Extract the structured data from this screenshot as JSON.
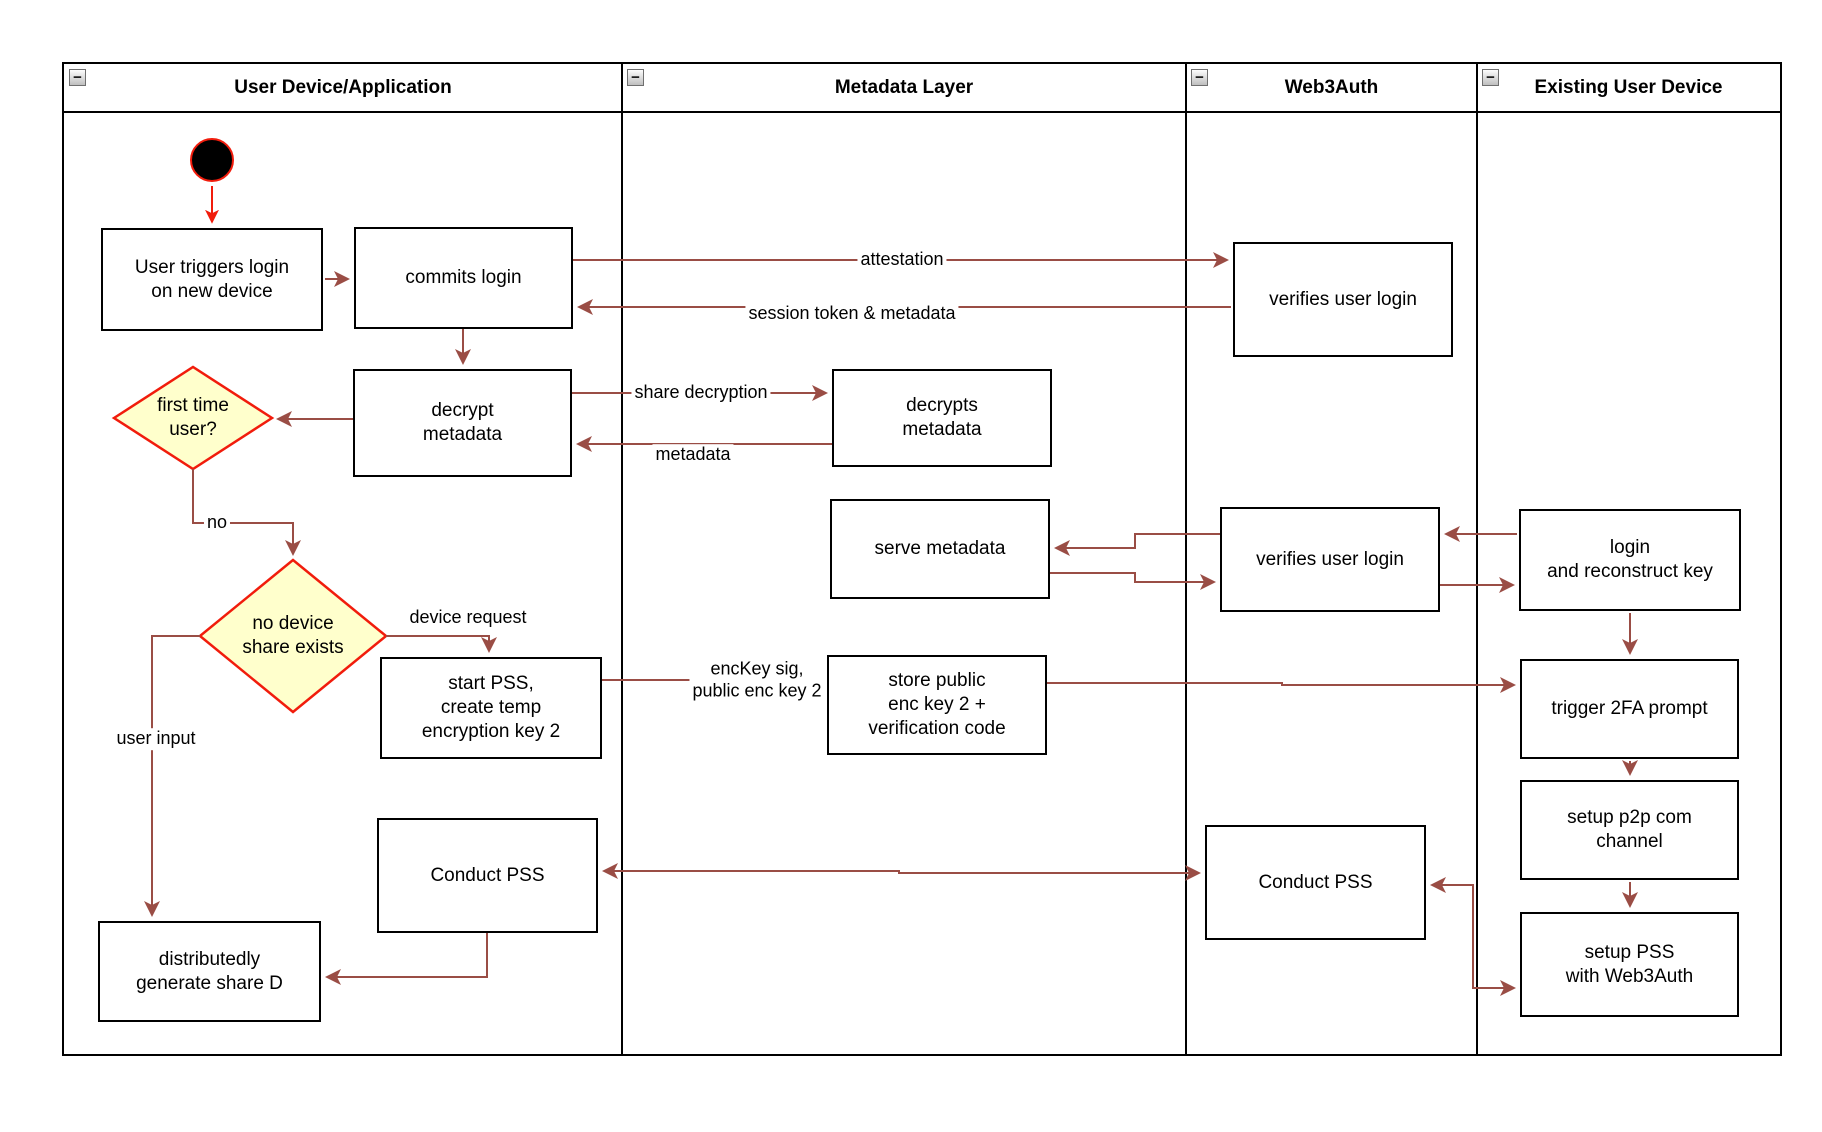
{
  "lanes": [
    {
      "label": "User Device/Application"
    },
    {
      "label": "Metadata Layer"
    },
    {
      "label": "Web3Auth"
    },
    {
      "label": "Existing User Device"
    }
  ],
  "collapse_glyph": "−",
  "nodes": {
    "user_triggers_login": "User triggers login\non new device",
    "commits_login": "commits login",
    "decrypt_metadata": "decrypt\nmetadata",
    "first_time_user": "first time\nuser?",
    "no_device_share": "no device\nshare exists",
    "start_pss": "start PSS,\ncreate temp\nencryption key 2",
    "conduct_pss_user": "Conduct PSS",
    "distributedly_generate": "distributedly\ngenerate share D",
    "decrypts_metadata": "decrypts\nmetadata",
    "serve_metadata": "serve metadata",
    "store_public_enc_key": "store public\nenc key 2 +\nverification code",
    "verifies_user_login_1": "verifies user login",
    "verifies_user_login_2": "verifies user login",
    "conduct_pss_web3auth": "Conduct PSS",
    "login_reconstruct_key": "login\nand reconstruct key",
    "trigger_2fa_prompt": "trigger 2FA prompt",
    "setup_p2p_channel": "setup p2p com\nchannel",
    "setup_pss_web3auth": "setup PSS\nwith Web3Auth"
  },
  "edge_labels": {
    "attestation": "attestation",
    "session_token": "session token & metadata",
    "share_decryption": "share decryption",
    "metadata": "metadata",
    "no": "no",
    "device_request": "device request",
    "user_input": "user input",
    "enckey_sig": "encKey sig,\npublic enc key 2"
  },
  "colors": {
    "arrow": "#9a4d45",
    "accent_red": "#f11c0c",
    "decision_fill": "#ffffcc",
    "node_border": "#000000",
    "lane_border": "#000000"
  }
}
